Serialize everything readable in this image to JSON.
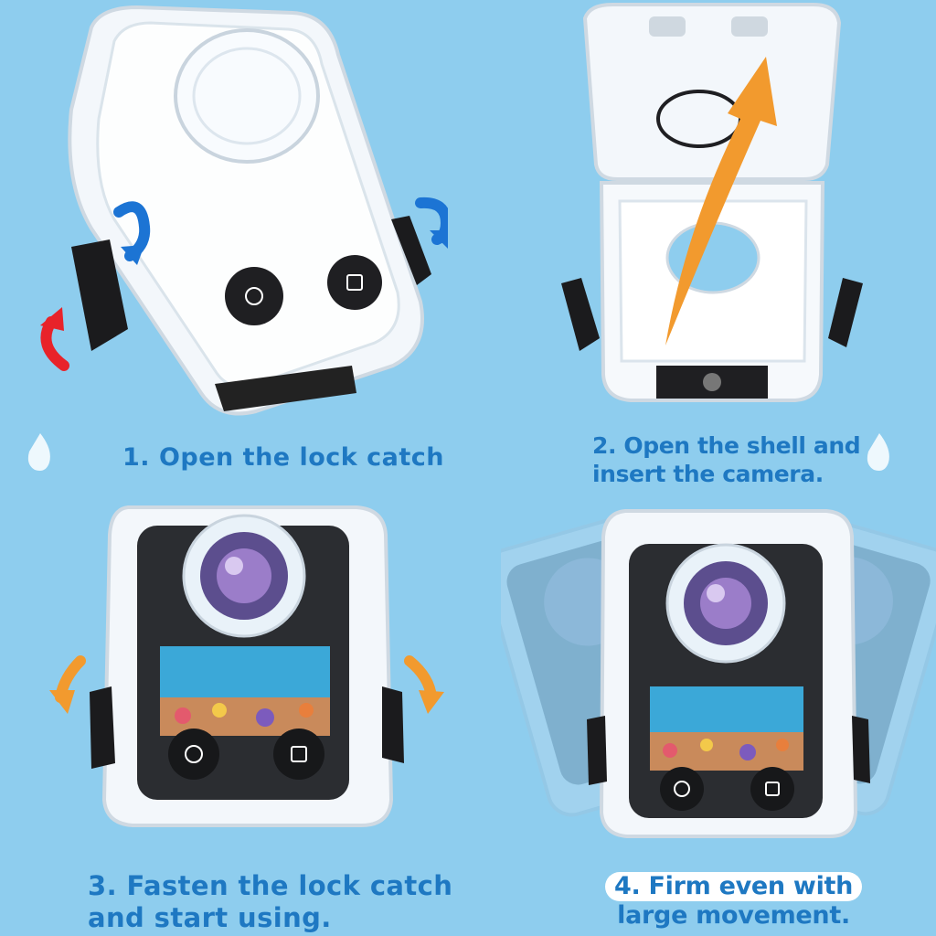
{
  "steps": [
    {
      "lines": [
        "1. Open the lock catch"
      ]
    },
    {
      "lines": [
        "2. Open the shell and",
        "insert the camera."
      ]
    },
    {
      "lines": [
        "3. Fasten the lock catch",
        "and start using."
      ]
    },
    {
      "lines": [
        "4. Firm even with",
        "large movement."
      ]
    }
  ],
  "colors": {
    "background": "#8ecdee",
    "caption": "#1e78c2",
    "arrow_blue": "#1c74d4",
    "arrow_red": "#e8232a",
    "arrow_orange": "#f29a2e"
  },
  "icons": [
    "rotate-arrow-blue-icon",
    "rotate-arrow-red-icon",
    "lift-arrow-orange-icon",
    "rotate-arrow-orange-icon",
    "water-drop-icon"
  ]
}
